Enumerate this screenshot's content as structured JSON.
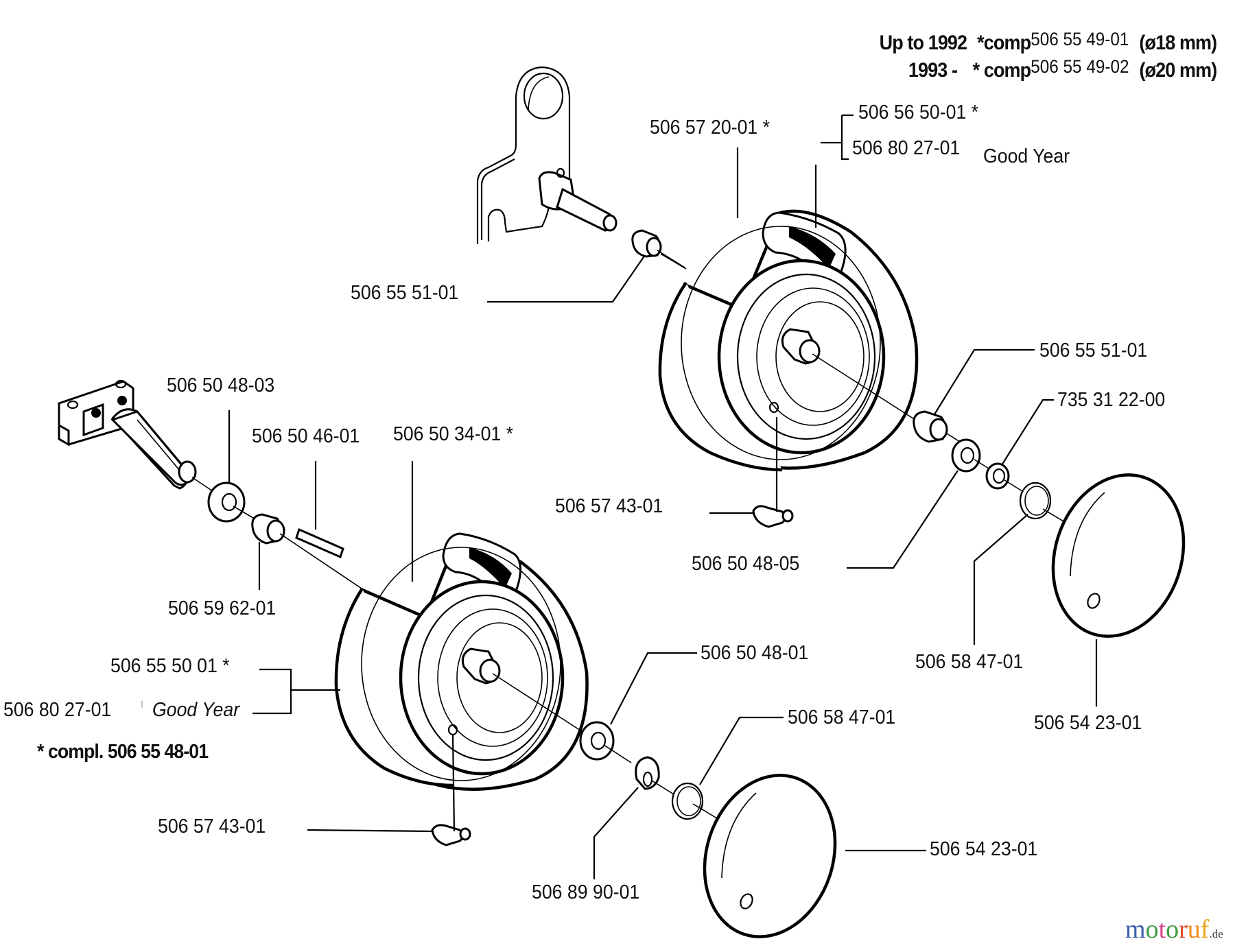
{
  "header": {
    "line1": {
      "prefix": "Up to 1992",
      "comp": "*comp",
      "part": "506 55 49-01",
      "dim": "(ø18 mm)"
    },
    "line2": {
      "prefix": "1993 -",
      "comp": "* comp",
      "part": "506 55 49-02",
      "dim": "(ø20 mm)"
    }
  },
  "upper_assembly": {
    "wheel_rim": "506 57 20-01 *",
    "tire": "506 56 50-01 *",
    "tire_goodyear": "506 80 27-01",
    "goodyear_label": "Good Year",
    "bushing_inner": "506 55 51-01",
    "bushing_outer": "506 55 51-01",
    "retaining_ring": "735 31 22-00",
    "valve": "506 57 43-01",
    "washer": "506 50 48-05",
    "o_ring": "506 58 47-01",
    "hub_cap": "506 54 23-01"
  },
  "lower_assembly": {
    "washer_inner": "506 50 48-03",
    "key": "506 50 46-01",
    "wheel_rim": "506 50 34-01 *",
    "bushing": "506 59 62-01",
    "tire": "506 55 50 01 *",
    "tire_goodyear": "506 80 27-01",
    "goodyear_label": "Good Year",
    "complete_note": "* compl. 506 55 48-01",
    "washer_outer": "506 50 48-01",
    "o_ring": "506 58 47-01",
    "valve": "506 57 43-01",
    "hub_cap": "506 54 23-01",
    "retaining_clip": "506 89 90-01"
  },
  "watermark": {
    "letters": [
      {
        "ch": "m",
        "color": "#3b5fb0"
      },
      {
        "ch": "o",
        "color": "#3f9a3f"
      },
      {
        "ch": "t",
        "color": "#d9468a"
      },
      {
        "ch": "o",
        "color": "#3f9a3f"
      },
      {
        "ch": "r",
        "color": "#e0452a"
      },
      {
        "ch": "u",
        "color": "#ef8c1e"
      },
      {
        "ch": "f",
        "color": "#e8a51c"
      }
    ],
    "suffix": ".de"
  }
}
